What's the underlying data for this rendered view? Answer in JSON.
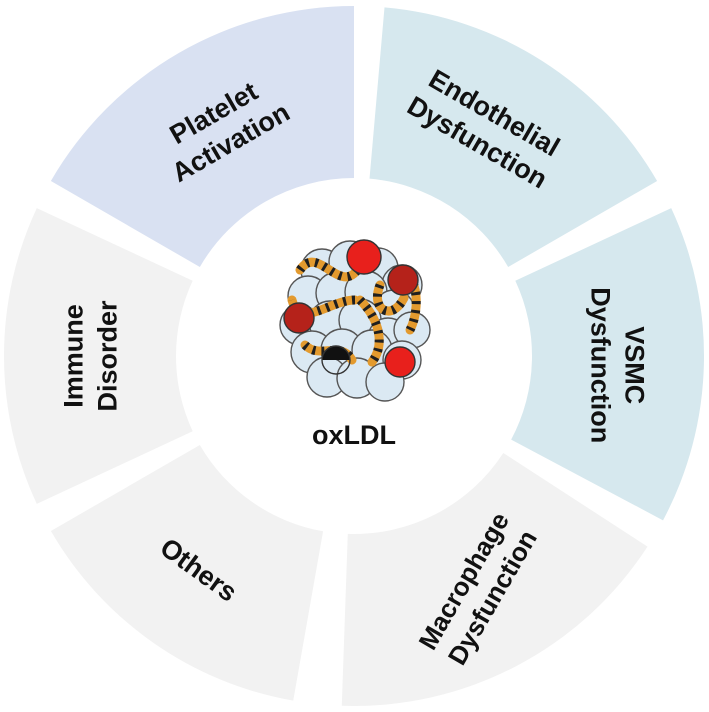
{
  "center": {
    "label": "oxLDL"
  },
  "segments": [
    {
      "id": "platelet",
      "lines": [
        "Platelet",
        "Activation"
      ],
      "fill": "#d9e1f2"
    },
    {
      "id": "endothelial",
      "lines": [
        "Endothelial",
        "Dysfunction"
      ],
      "fill": "#d6e8ee"
    },
    {
      "id": "vsmc",
      "lines": [
        "VSMC",
        "Dysfunction"
      ],
      "fill": "#d6e8ee"
    },
    {
      "id": "macrophage",
      "lines": [
        "Macrophage",
        "Dysfunction"
      ],
      "fill": "#f2f2f2"
    },
    {
      "id": "others",
      "lines": [
        "Others"
      ],
      "fill": "#f2f2f2"
    },
    {
      "id": "immune",
      "lines": [
        "Immune",
        "Disorder"
      ],
      "fill": "#f2f2f2"
    }
  ],
  "colors": {
    "text": "#111111",
    "sphere_light": "#dbe9f3",
    "sphere_red": "#e8201c",
    "sphere_darkred": "#b5221a",
    "sphere_black": "#111111",
    "strand_orange": "#e39a2e",
    "strand_dark": "#1f1f1f"
  }
}
